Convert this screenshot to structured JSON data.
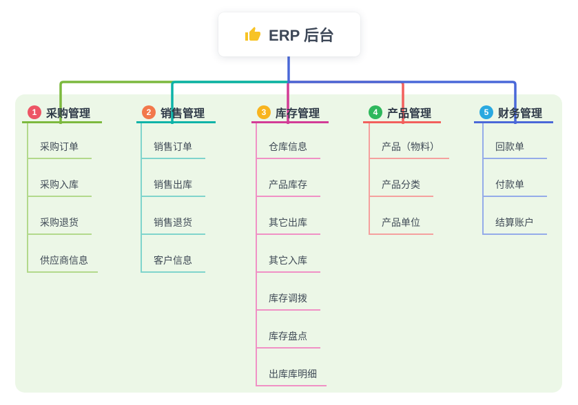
{
  "root": {
    "title": "ERP 后台",
    "icon": "thumbs-up",
    "icon_color": "#f7c325"
  },
  "colors": {
    "panel_bg": "#ecf7e7",
    "root_connector": "#4a68d8",
    "topic_text": "#2f3a48",
    "child_text": "#3f4a56"
  },
  "branches": [
    {
      "index": "1",
      "label": "采购管理",
      "badge_color": "#ed5565",
      "line_color": "#7cb93e",
      "child_line_color": "#b2d98b",
      "children": [
        "采购订单",
        "采购入库",
        "采购退货",
        "供应商信息"
      ]
    },
    {
      "index": "2",
      "label": "销售管理",
      "badge_color": "#f2784b",
      "line_color": "#0cb3a8",
      "child_line_color": "#7fd4cc",
      "children": [
        "销售订单",
        "销售出库",
        "销售退货",
        "客户信息"
      ]
    },
    {
      "index": "3",
      "label": "库存管理",
      "badge_color": "#f8b41e",
      "line_color": "#d23c96",
      "child_line_color": "#f090c5",
      "children": [
        "仓库信息",
        "产品库存",
        "其它出库",
        "其它入库",
        "库存调拨",
        "库存盘点",
        "出库库明细"
      ]
    },
    {
      "index": "4",
      "label": "产品管理",
      "badge_color": "#2eb85c",
      "line_color": "#f25f5c",
      "child_line_color": "#f5a09e",
      "children": [
        "产品（物料）",
        "产品分类",
        "产品单位"
      ]
    },
    {
      "index": "5",
      "label": "财务管理",
      "badge_color": "#29a9e0",
      "line_color": "#4a68d8",
      "child_line_color": "#94abe9",
      "children": [
        "回款单",
        "付款单",
        "结算账户"
      ]
    }
  ]
}
